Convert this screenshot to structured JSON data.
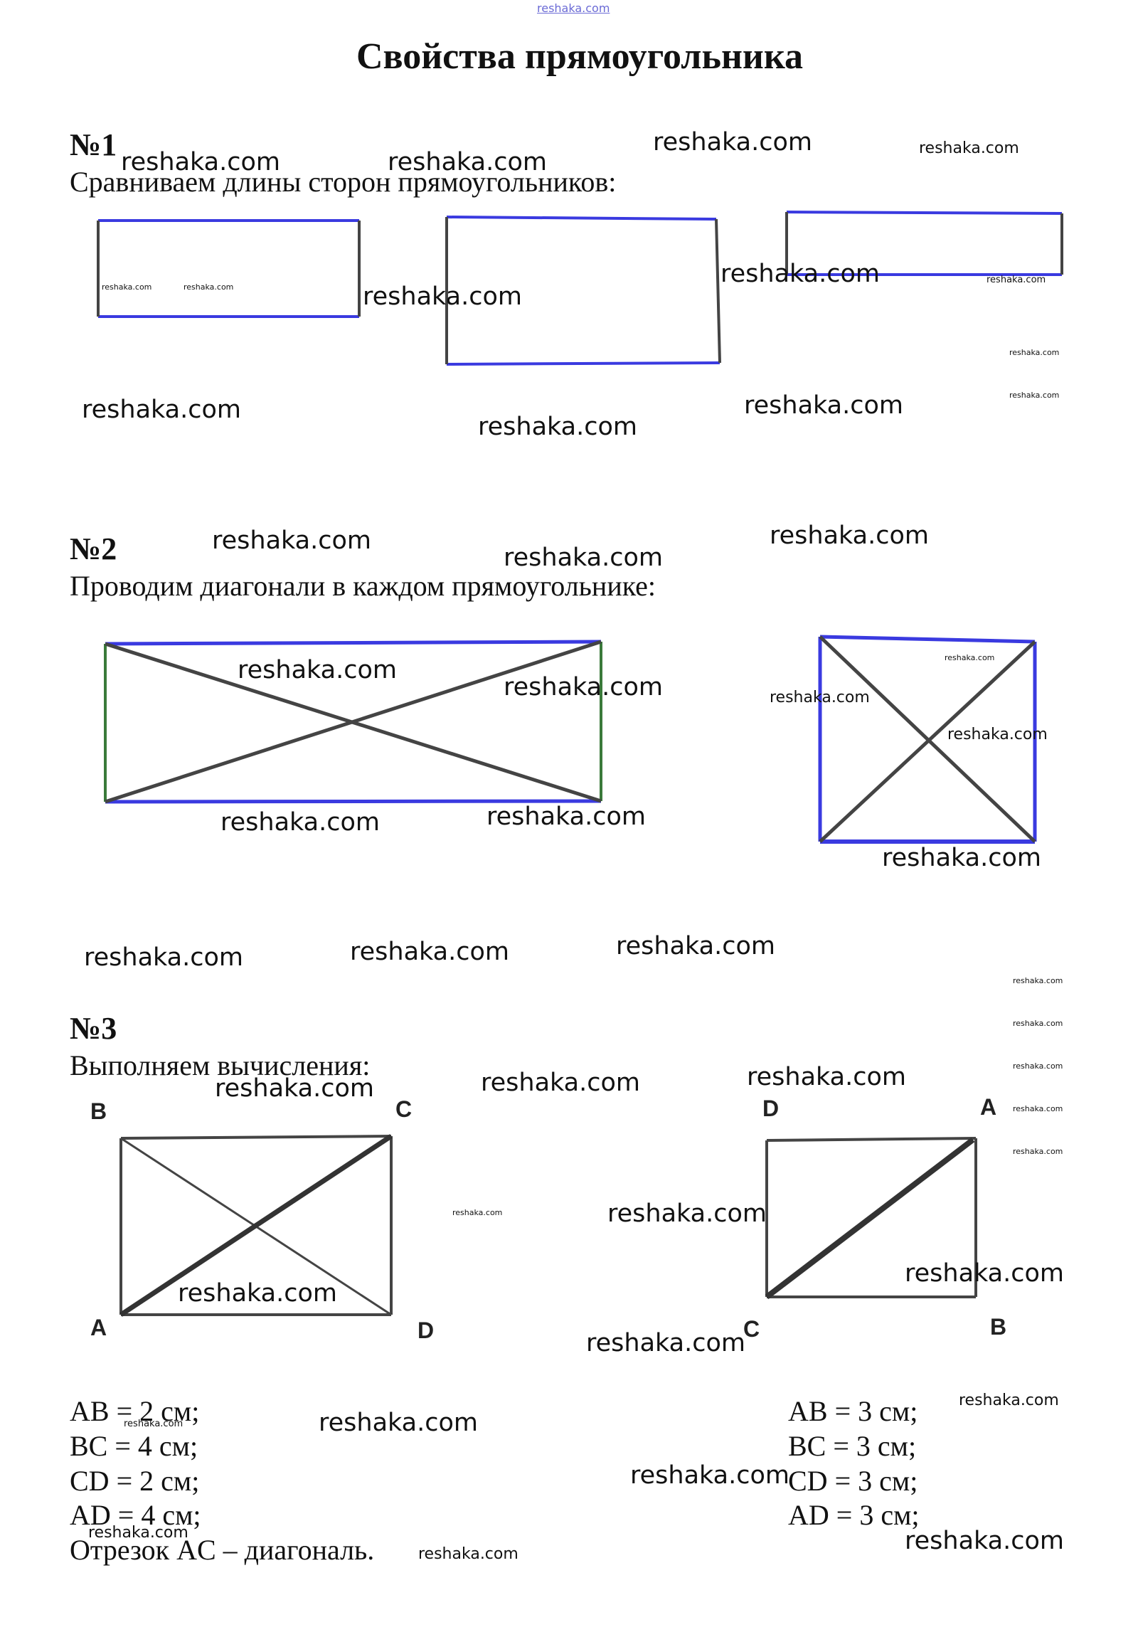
{
  "header": {
    "site_mark": "reshaka.com",
    "title": "Свойства прямоугольника"
  },
  "task1": {
    "number": "№1",
    "text": "Сравниваем длины сторон прямоугольников:"
  },
  "task2": {
    "number": "№2",
    "text": "Проводим диагонали в каждом прямоугольнике:"
  },
  "task3": {
    "number": "№3",
    "text": "Выполняем вычисления:",
    "left_figure": {
      "labels": [
        "B",
        "C",
        "A",
        "D"
      ]
    },
    "right_figure": {
      "labels": [
        "D",
        "A",
        "C",
        "B"
      ]
    },
    "left_lines": [
      "AB = 2 см;",
      "BC = 4 см;",
      "CD = 2 см;",
      "AD = 4 см;",
      "Отрезок AC –  диагональ."
    ],
    "right_lines": [
      "AB = 3 см;",
      "BC = 3 см;",
      "CD = 3 см;",
      "AD = 3 см;"
    ]
  },
  "watermark": "reshaka.com",
  "colors": {
    "blue": "#3a3ae0",
    "green": "#3a7a3a",
    "line": "#444444"
  }
}
